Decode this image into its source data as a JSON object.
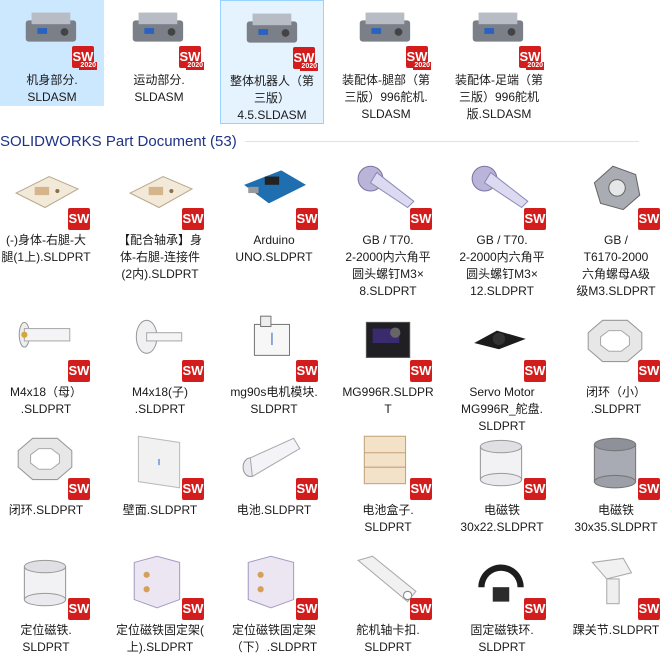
{
  "assemblies": [
    {
      "label": "机身部分.\nSLDASM",
      "badge": "SW",
      "version": "2020",
      "state": "selected"
    },
    {
      "label": "运动部分.\nSLDASM",
      "badge": "SW",
      "version": "2020",
      "state": "none"
    },
    {
      "label": "整体机器人（第\n三版）\n4.5.SLDASM",
      "badge": "SW",
      "version": "2020",
      "state": "focused"
    },
    {
      "label": "装配体-腿部（第\n三版）996舵机.\nSLDASM",
      "badge": "SW",
      "version": "2020",
      "state": "none"
    },
    {
      "label": "装配体-足端（第\n三版）996舵机\n版.SLDASM",
      "badge": "SW",
      "version": "2020",
      "state": "none"
    }
  ],
  "group": {
    "title": "SOLIDWORKS Part Document (53)"
  },
  "parts": [
    {
      "label": "(-)身体-右腿-大\n腿(1上).SLDPRT",
      "icon": "plate-part-icon"
    },
    {
      "label": "【配合轴承】身\n体-右腿-连接件\n(2内).SLDPRT",
      "icon": "plate-part-icon"
    },
    {
      "label": "Arduino\nUNO.SLDPRT",
      "icon": "arduino-board-icon"
    },
    {
      "label": "GB / T70.\n2-2000内六角平\n圆头螺钉M3×\n8.SLDPRT",
      "icon": "screw-icon"
    },
    {
      "label": "GB / T70.\n2-2000内六角平\n圆头螺钉M3×\n12.SLDPRT",
      "icon": "screw-icon"
    },
    {
      "label": "GB /\nT6170-2000\n六角螺母A级\n级M3.SLDPRT",
      "icon": "hex-nut-icon"
    },
    {
      "label": "M4x18（母）\n.SLDPRT",
      "icon": "shaft-icon"
    },
    {
      "label": "M4x18(子)\n.SLDPRT",
      "icon": "disc-shaft-icon"
    },
    {
      "label": "mg90s电机模块.\nSLDPRT",
      "icon": "servo-small-icon"
    },
    {
      "label": "MG996R.SLDPR\nT",
      "icon": "servo-icon"
    },
    {
      "label": "Servo Motor\nMG996R_舵盘.\nSLDPRT",
      "icon": "servo-horn-icon"
    },
    {
      "label": "闭环（小）\n.SLDPRT",
      "icon": "octagon-ring-icon"
    },
    {
      "label": "闭环.SLDPRT",
      "icon": "octagon-ring-icon"
    },
    {
      "label": "壁面.SLDPRT",
      "icon": "wall-panel-icon"
    },
    {
      "label": "电池.SLDPRT",
      "icon": "battery-icon"
    },
    {
      "label": "电池盒子.\nSLDPRT",
      "icon": "battery-box-icon"
    },
    {
      "label": "电磁铁\n30x22.SLDPRT",
      "icon": "cylinder-icon"
    },
    {
      "label": "电磁铁\n30x35.SLDPRT",
      "icon": "cylinder-dark-icon"
    },
    {
      "label": "定位磁铁.\nSLDPRT",
      "icon": "cylinder-icon"
    },
    {
      "label": "定位磁铁固定架(\n上).SLDPRT",
      "icon": "bracket-icon"
    },
    {
      "label": "定位磁铁固定架\n（下）.SLDPRT",
      "icon": "bracket-icon"
    },
    {
      "label": "舵机轴卡扣.\nSLDPRT",
      "icon": "arm-link-icon"
    },
    {
      "label": "固定磁铁环.\nSLDPRT",
      "icon": "magnet-ring-icon"
    },
    {
      "label": "踝关节.SLDPRT",
      "icon": "ankle-icon"
    }
  ],
  "part_badge": "SW",
  "colors": {
    "badge": "#d31c1c",
    "group_title": "#1e3287",
    "selected": "#cce8ff",
    "focused": "#e5f3ff"
  }
}
